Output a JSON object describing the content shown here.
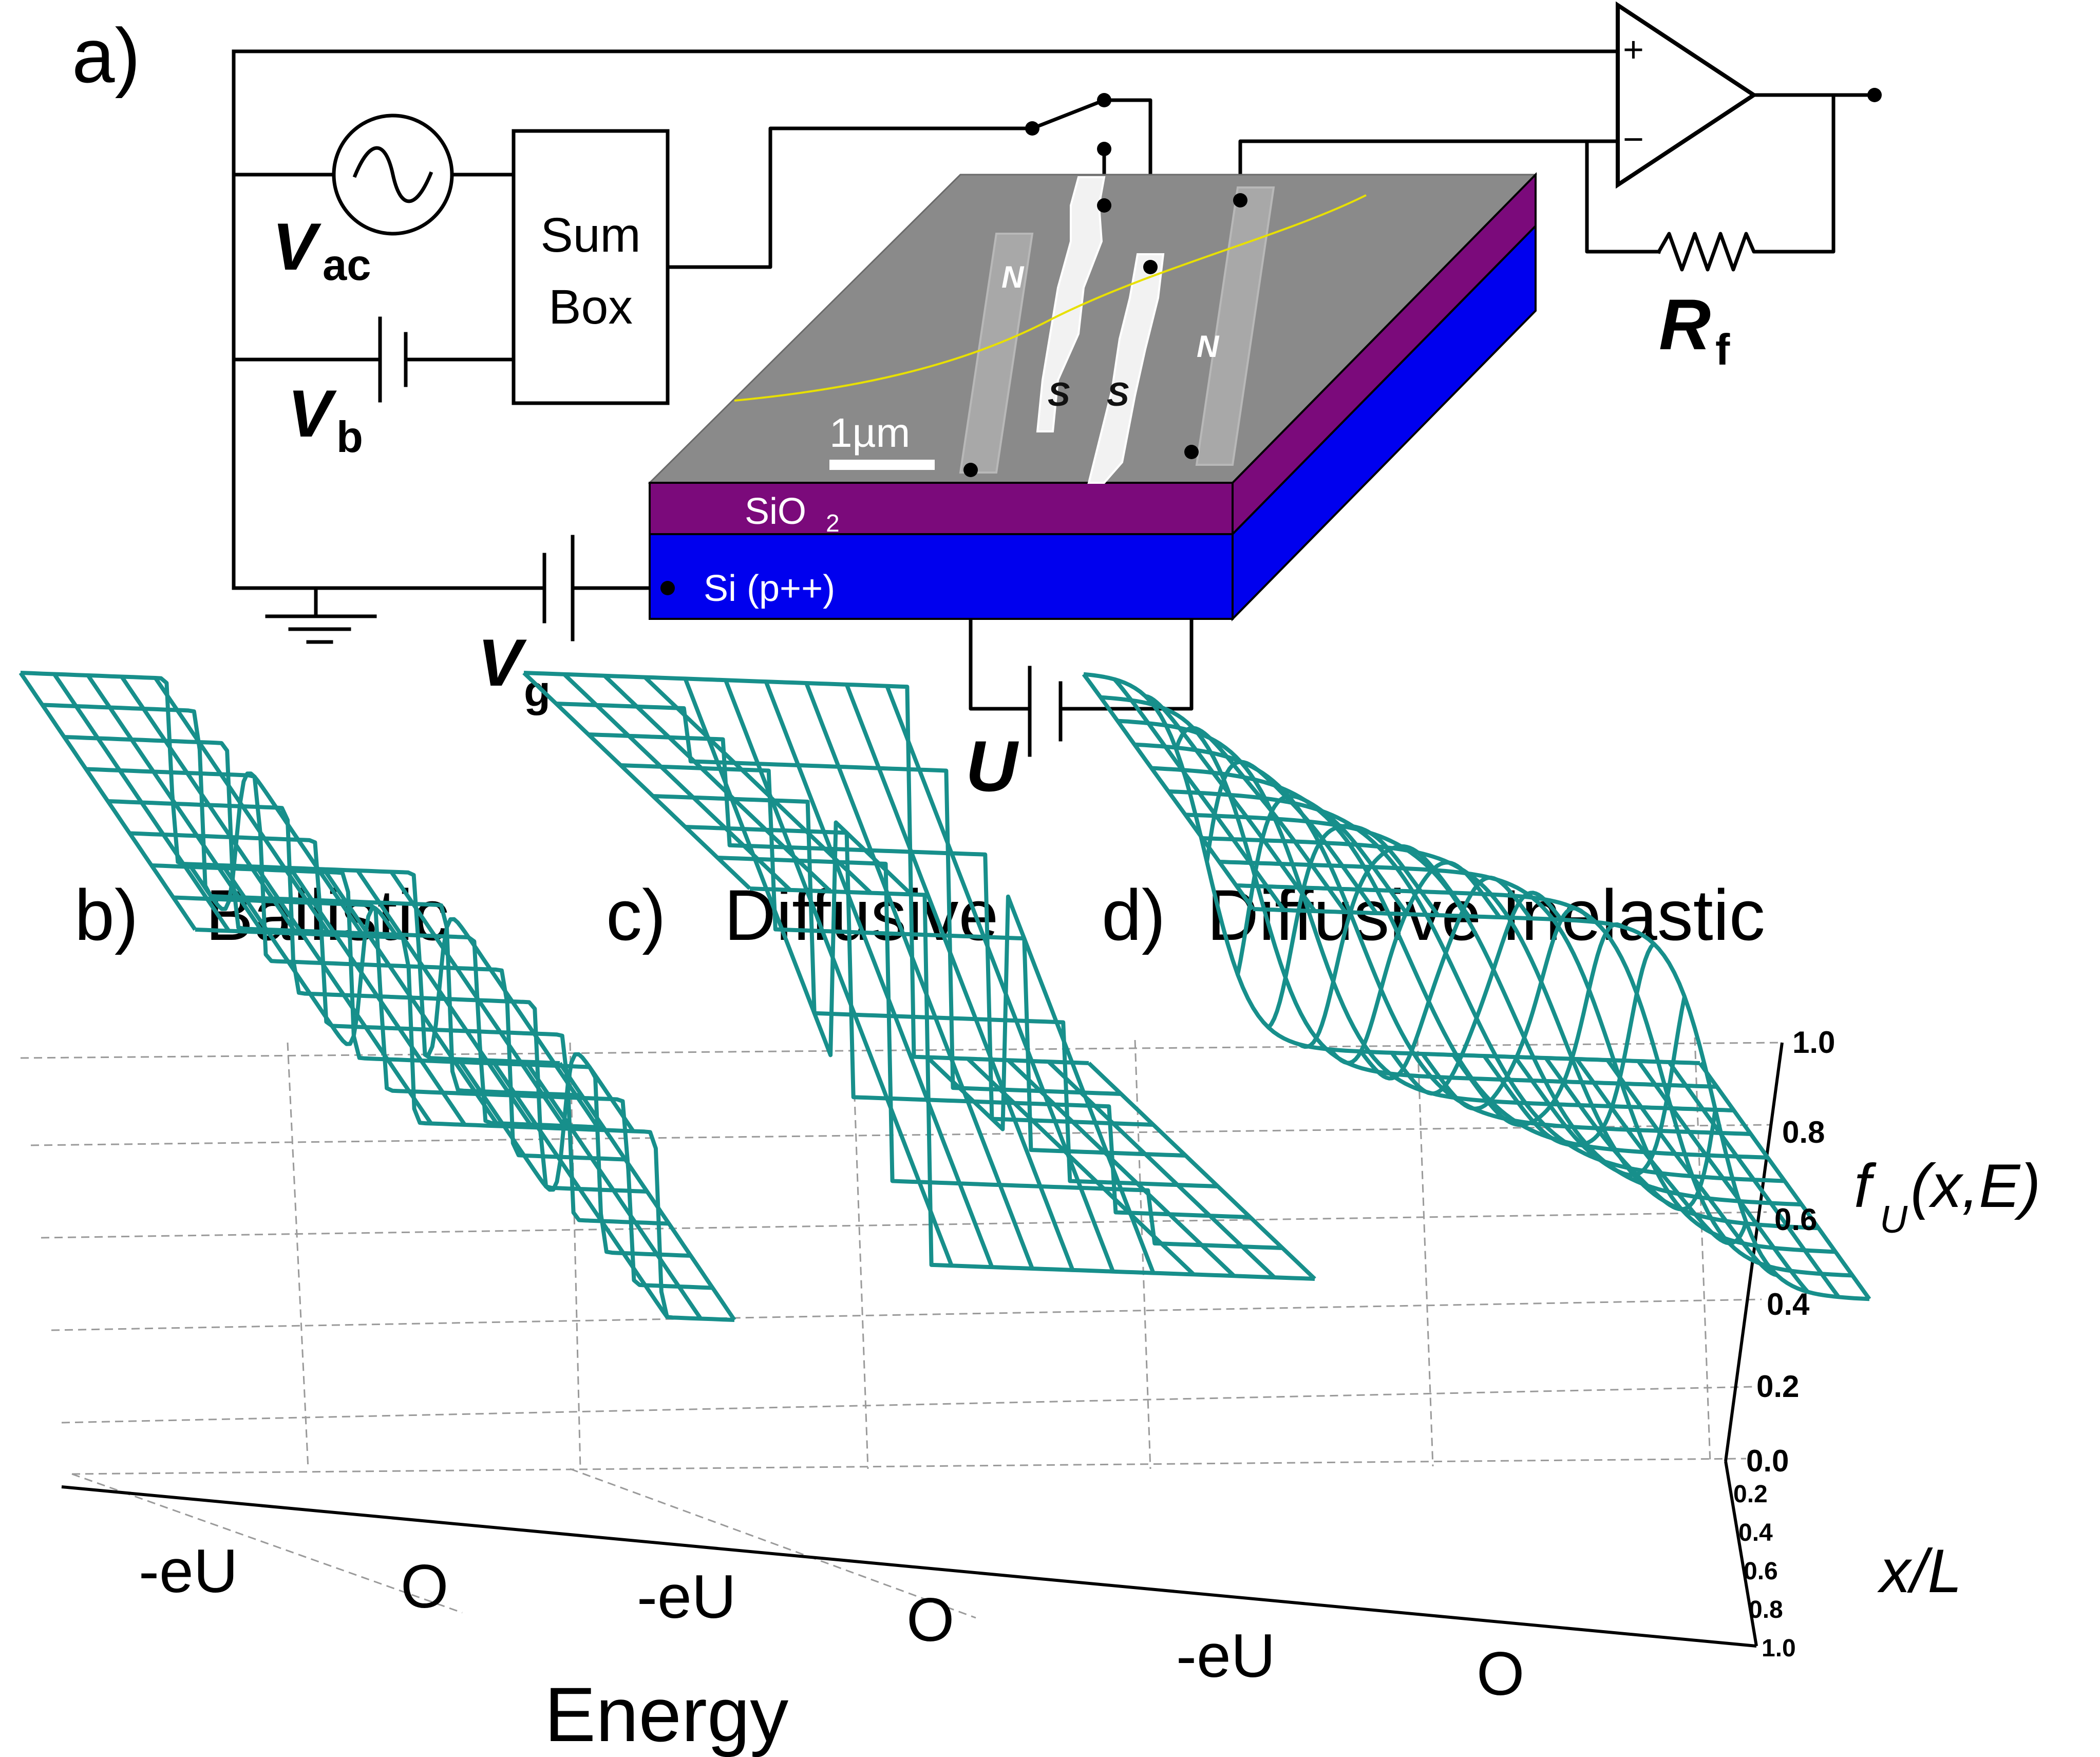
{
  "panel_a": {
    "label": "a)",
    "sum_box": [
      "Sum",
      "Box"
    ],
    "v_ac": {
      "sym": "V",
      "sub": "ac"
    },
    "v_b": {
      "sym": "V",
      "sub": "b"
    },
    "v_g": {
      "sym": "V",
      "sub": "g"
    },
    "u": "U",
    "r_f": {
      "sym": "R",
      "sub": "f"
    },
    "amp_plus": "+",
    "amp_minus": "−",
    "chip": {
      "sio2_main": "SiO",
      "sio2_sub": "2",
      "si": "Si (p++)",
      "scale_bar": "1µm",
      "n_left": "N",
      "n_right": "N",
      "s_left": "S",
      "s_right": "S",
      "colors": {
        "oxide": "#7b0a7b",
        "silicon": "#0000ee",
        "sem": "#8a8a8a",
        "trace": "#e8e000"
      }
    }
  },
  "panel_b": {
    "label": "b)",
    "title": "Ballistic"
  },
  "panel_c": {
    "label": "c)",
    "title": "Diffusive"
  },
  "panel_d": {
    "label": "d)",
    "title": "Diffusive Inelastic"
  },
  "plot": {
    "z_ticks": [
      "1.0",
      "0.8",
      "0.6",
      "0.4",
      "0.2",
      "0.0"
    ],
    "x_ticks": [
      "0.2",
      "0.4",
      "0.6",
      "0.8",
      "1.0"
    ],
    "z_label": {
      "f": "f",
      "sub": "U",
      "args": "(x,E)"
    },
    "x_label": "x/L",
    "energy_label": "Energy",
    "energy_ticks": {
      "b": [
        "-eU",
        "O"
      ],
      "c": [
        "-eU",
        "O"
      ],
      "d": [
        "-eU",
        "O"
      ]
    },
    "mesh_color": "#178f8b"
  }
}
